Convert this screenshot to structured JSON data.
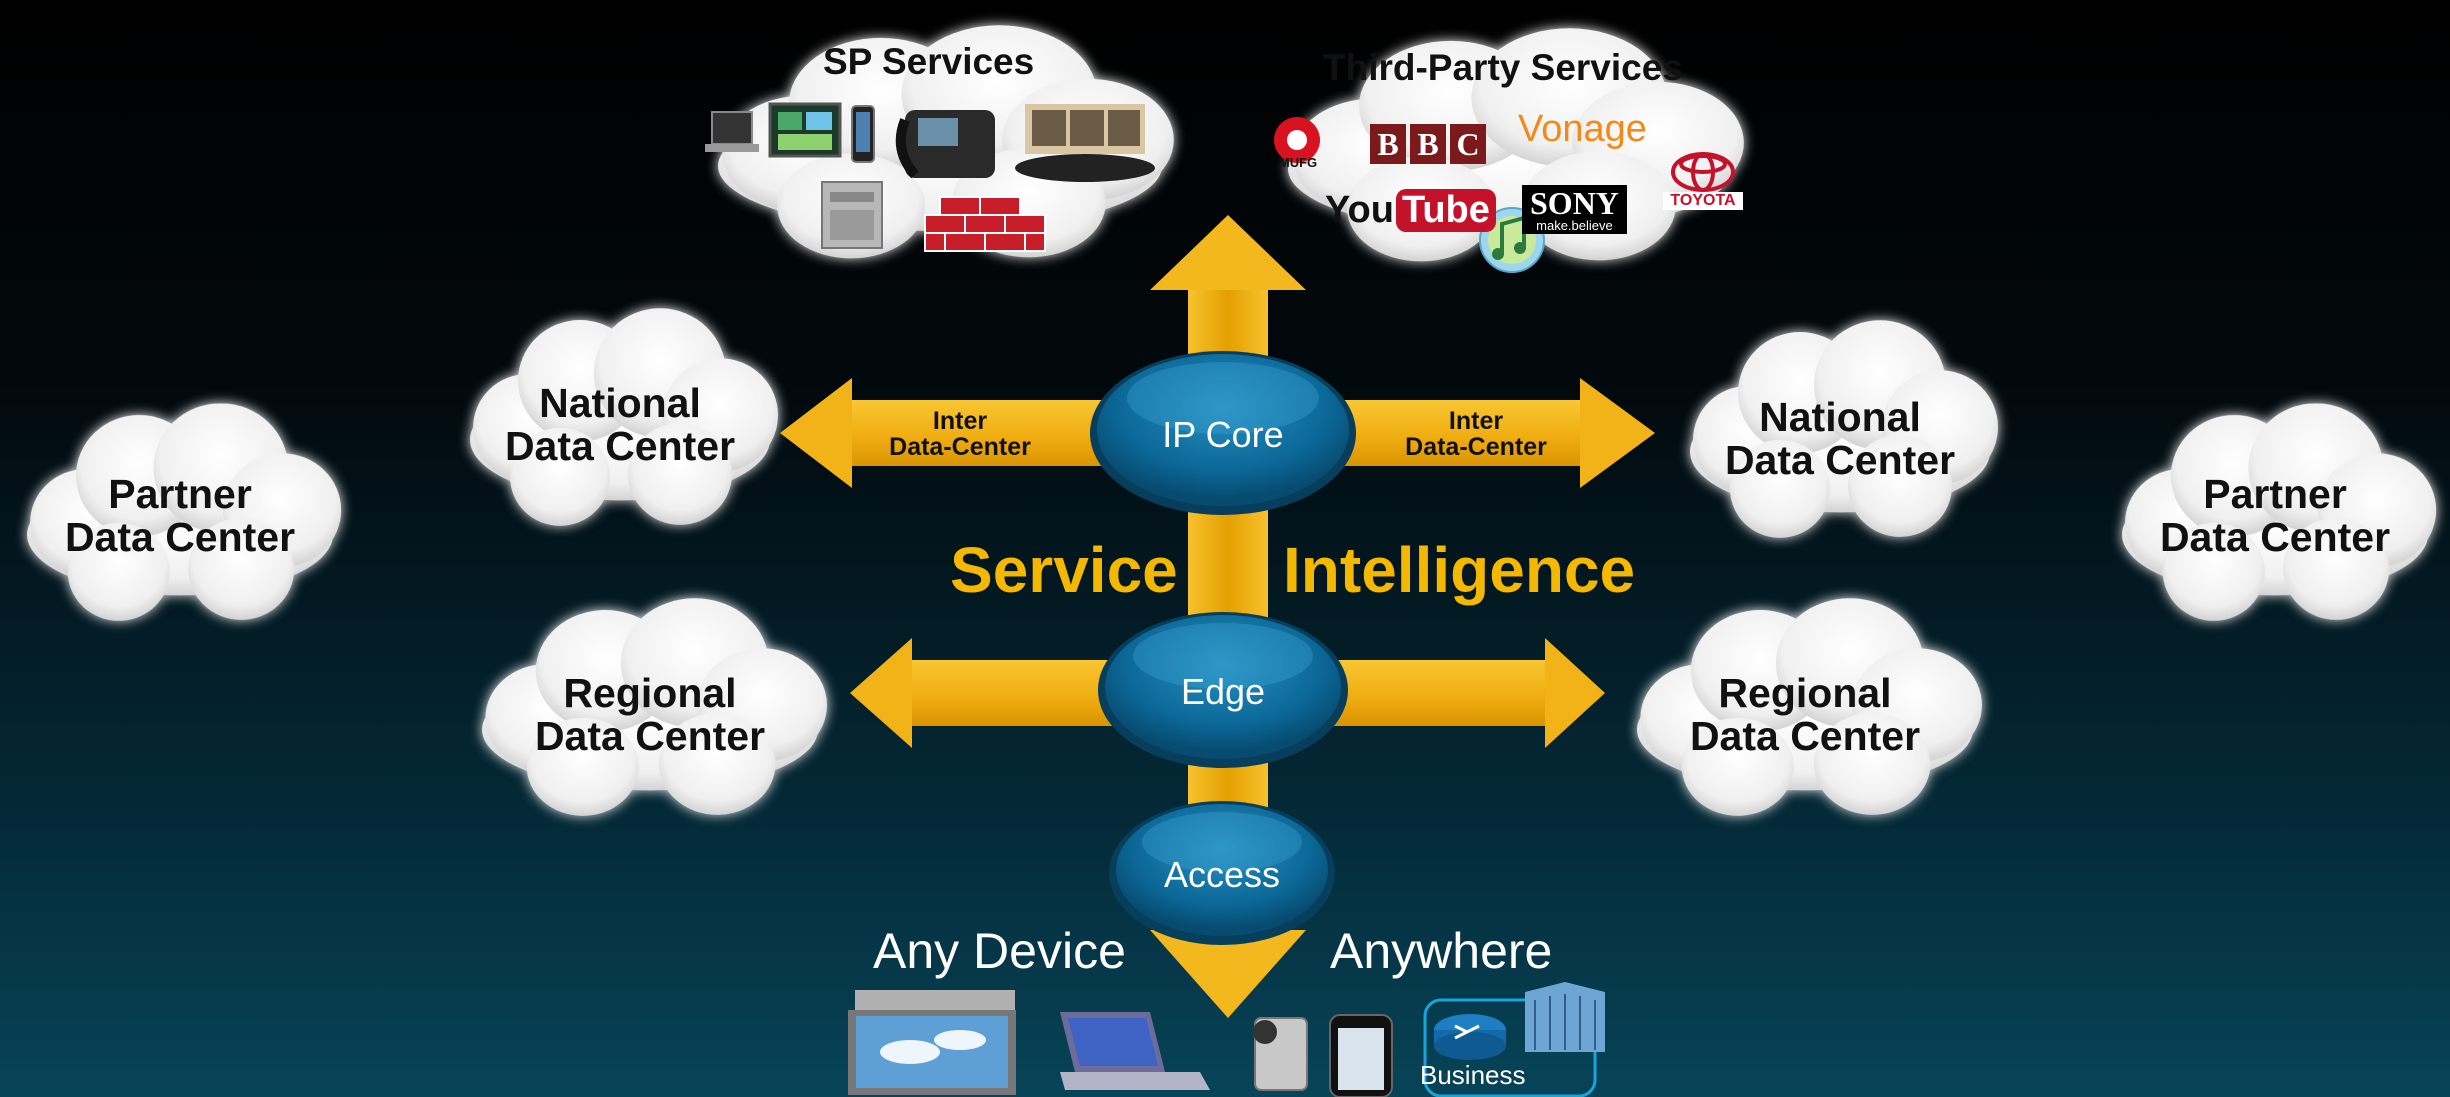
{
  "colors": {
    "arrow": "#f2b318",
    "arrow_dark": "#d89500",
    "oval": "#0a6f9d",
    "oval_highlight": "#3fa7d4",
    "cloud": "#f2f2f2",
    "highlight_text": "#f5b800"
  },
  "diagram": {
    "sp_services": {
      "title": "SP Services"
    },
    "third_party": {
      "title": "Third-Party Services",
      "logos": {
        "mufg": "MUFG",
        "bbc": [
          "B",
          "B",
          "C"
        ],
        "vonage": "Vonage",
        "youtube_you": "You",
        "youtube_tube": "Tube",
        "sony": "SONY",
        "sony_tagline": "make.believe",
        "toyota": "TOYOTA"
      }
    },
    "national_left": {
      "line1": "National",
      "line2": "Data Center"
    },
    "national_right": {
      "line1": "National",
      "line2": "Data Center"
    },
    "partner_left": {
      "line1": "Partner",
      "line2": "Data Center"
    },
    "partner_right": {
      "line1": "Partner",
      "line2": "Data Center"
    },
    "regional_left": {
      "line1": "Regional",
      "line2": "Data Center"
    },
    "regional_right": {
      "line1": "Regional",
      "line2": "Data Center"
    },
    "inter_left": {
      "line1": "Inter",
      "line2": "Data-Center"
    },
    "inter_right": {
      "line1": "Inter",
      "line2": "Data-Center"
    },
    "ip_core": "IP Core",
    "edge": "Edge",
    "access": "Access",
    "service": "Service",
    "intelligence": "Intelligence",
    "any_device": "Any Device",
    "anywhere": "Anywhere",
    "business": "Business"
  }
}
